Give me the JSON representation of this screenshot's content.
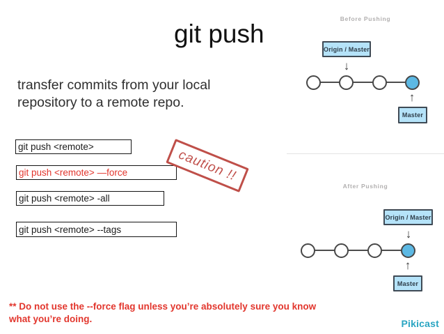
{
  "title": "git push",
  "description": {
    "line1": "transfer commits from your local",
    "line2": "repository to a remote repo."
  },
  "commands": [
    {
      "text": "git push <remote>"
    },
    {
      "text": "git push <remote> —force"
    },
    {
      "text": "git push <remote> -all"
    },
    {
      "text": "git push <remote> --tags"
    }
  ],
  "caution_stamp": "caution !!",
  "warning": {
    "line1": "** Do not use the --force flag unless you’re absolutely sure you know",
    "line2": "what you’re doing."
  },
  "brand": "Pikicast",
  "diagrams": {
    "before": {
      "title": "Before Pushing",
      "origin_label": "Origin / Master",
      "master_label": "Master",
      "nodes": 4,
      "highlighted_node": 4,
      "origin_points_to_node": 2,
      "master_points_to_node": 4
    },
    "after": {
      "title": "After Pushing",
      "origin_label": "Origin / Master",
      "master_label": "Master",
      "nodes": 4,
      "highlighted_node": 4,
      "origin_points_to_node": 4,
      "master_points_to_node": 4
    }
  },
  "icons": {
    "arrow_down": "↓",
    "arrow_up": "↑"
  },
  "colors": {
    "force_command_text": "#e2362d",
    "warning_text": "#e2362d",
    "caution_stamp": "#c0504b",
    "node_highlight": "#5db9e4",
    "label_fill": "#b5e3f9",
    "label_border": "#3f4a55",
    "brand": "#2aa5c2"
  }
}
